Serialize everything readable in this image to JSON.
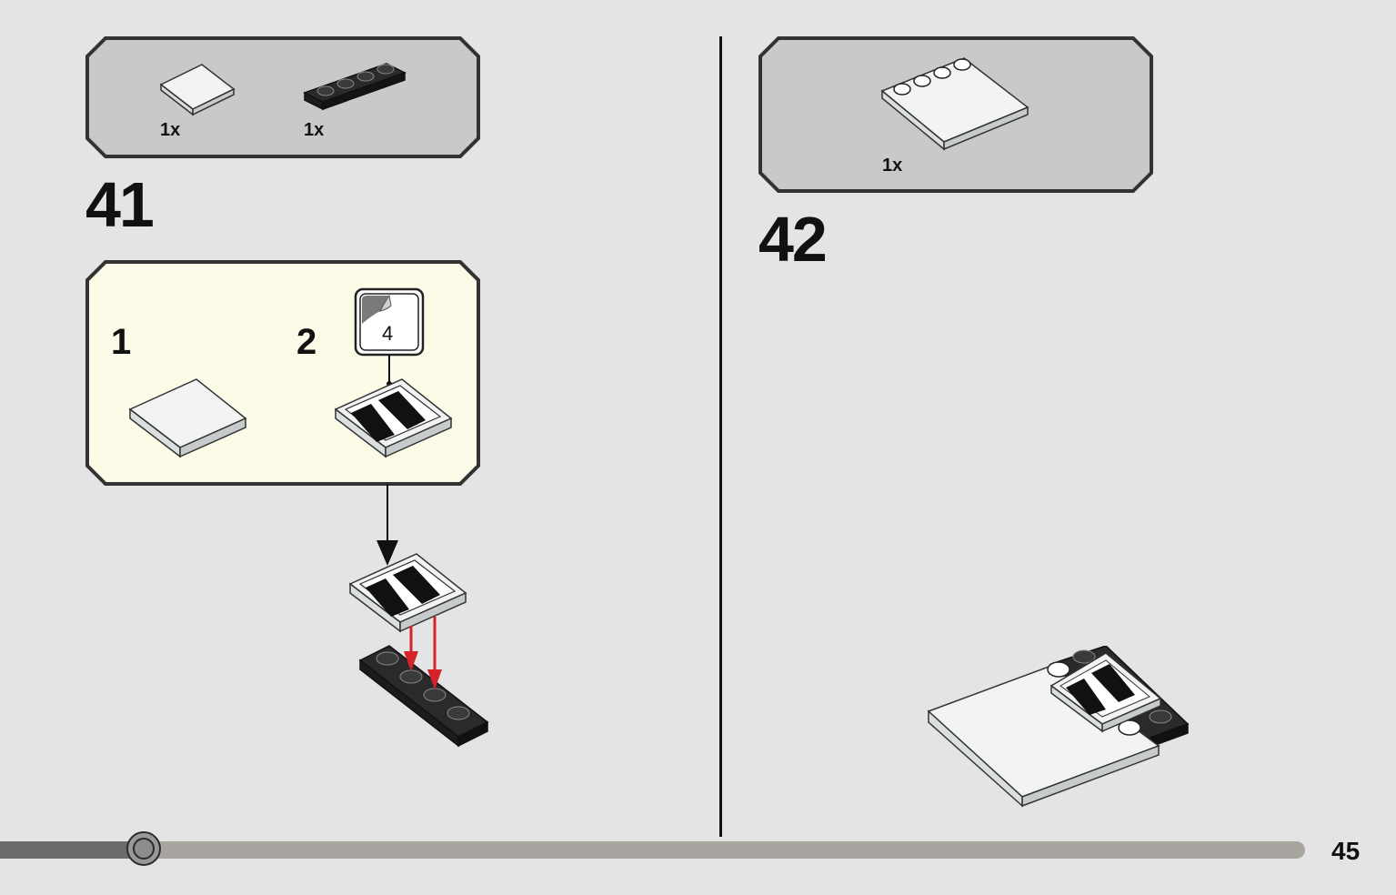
{
  "left_step": {
    "number": "41",
    "parts": [
      {
        "name": "white-tile-2x2",
        "qty": "1x"
      },
      {
        "name": "black-plate-1x4",
        "qty": "1x"
      }
    ],
    "substeps": [
      {
        "number": "1"
      },
      {
        "number": "2",
        "sticker_number": "4"
      }
    ]
  },
  "right_step": {
    "number": "42",
    "parts": [
      {
        "name": "white-tile-4x4-with-studs",
        "qty": "1x"
      }
    ]
  },
  "footer": {
    "page_number": "45",
    "progress_fraction": 0.11
  },
  "colors": {
    "page_bg": "#e4e4e4",
    "parts_box_bg": "#c9c9c9",
    "substep_box_bg": "#fbfbe8",
    "arrow_red": "#d5232a",
    "brick_black": "#2a2a2a",
    "brick_white": "#f2f4f4"
  }
}
